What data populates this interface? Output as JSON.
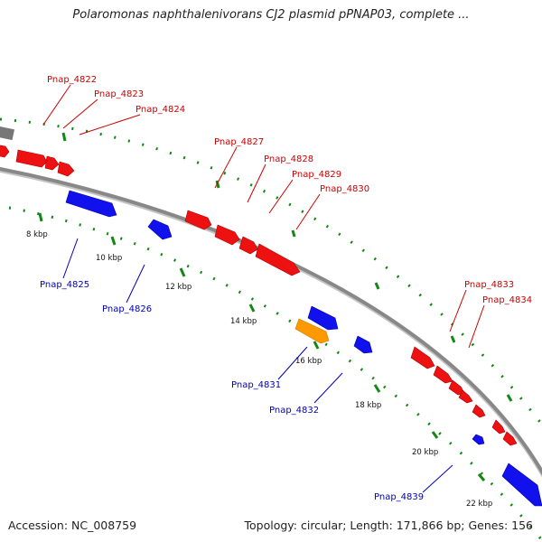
{
  "title": "Polaromonas naphthalenivorans CJ2 plasmid pPNAP03, complete ...",
  "footer": {
    "accession": "Accession: NC_008759",
    "summary": "Topology: circular; Length: 171,866 bp; Genes: 156"
  },
  "colors": {
    "forward": "#ee1111",
    "reverse": "#1111ee",
    "highlight": "#ff9900",
    "other": "#777777",
    "backbone": "#888888",
    "ticks": "#118811",
    "forward_label": "#cc0000",
    "reverse_label": "#0000bb"
  },
  "kbp_labels": [
    "8 kbp",
    "10 kbp",
    "12 kbp",
    "14 kbp",
    "16 kbp",
    "18 kbp",
    "20 kbp",
    "22 kbp"
  ],
  "forward_genes": [
    "Pnap_4822",
    "Pnap_4823",
    "Pnap_4824",
    "Pnap_4827",
    "Pnap_4828",
    "Pnap_4829",
    "Pnap_4830",
    "Pnap_4833",
    "Pnap_4834"
  ],
  "reverse_genes": [
    "Pnap_4825",
    "Pnap_4826",
    "Pnap_4831",
    "Pnap_4832",
    "Pnap_4839"
  ]
}
